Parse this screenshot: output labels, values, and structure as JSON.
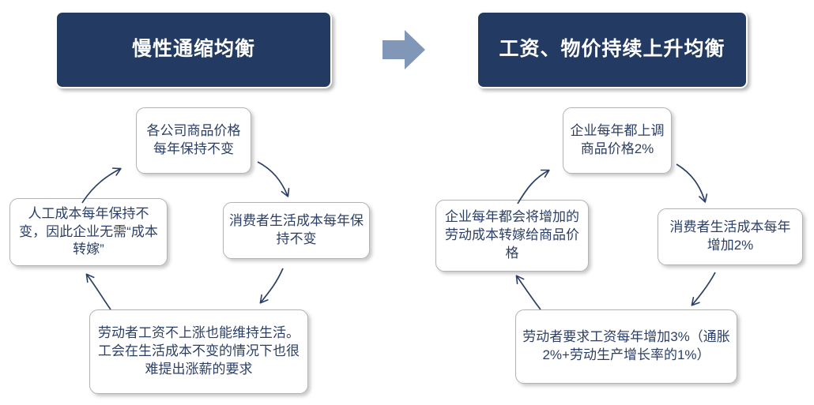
{
  "diagram": {
    "title_left": "慢性通缩均衡",
    "title_right": "工资、物价持续上升均衡",
    "transition_icon": "right-block-arrow-icon",
    "colors": {
      "header_fill": "#233B63",
      "header_text": "#FFFFFF",
      "node_text": "#2B3F66",
      "node_fill": "#FFFFFF",
      "node_border": "#B3B3B3",
      "block_arrow": "#8097B8",
      "connector_arrow": "#2B3F66"
    },
    "left_cycle": {
      "top": "各公司商品价格每年保持不变",
      "left": "人工成本每年保持不变，因此企业无需“成本转嫁”",
      "right": "消费者生活成本每年保持不变",
      "bottom": "劳动者工资不上涨也能维持生活。工会在生活成本不变的情况下也很难提出涨薪的要求"
    },
    "right_cycle": {
      "top": "企业每年都上调商品价格2%",
      "left": "企业每年都会将增加的劳动成本转嫁给商品价格",
      "right": "消费者生活成本每年增加2%",
      "bottom": "劳动者要求工资每年增加3%（通胀2%+劳动生产增长率的1%）"
    }
  }
}
